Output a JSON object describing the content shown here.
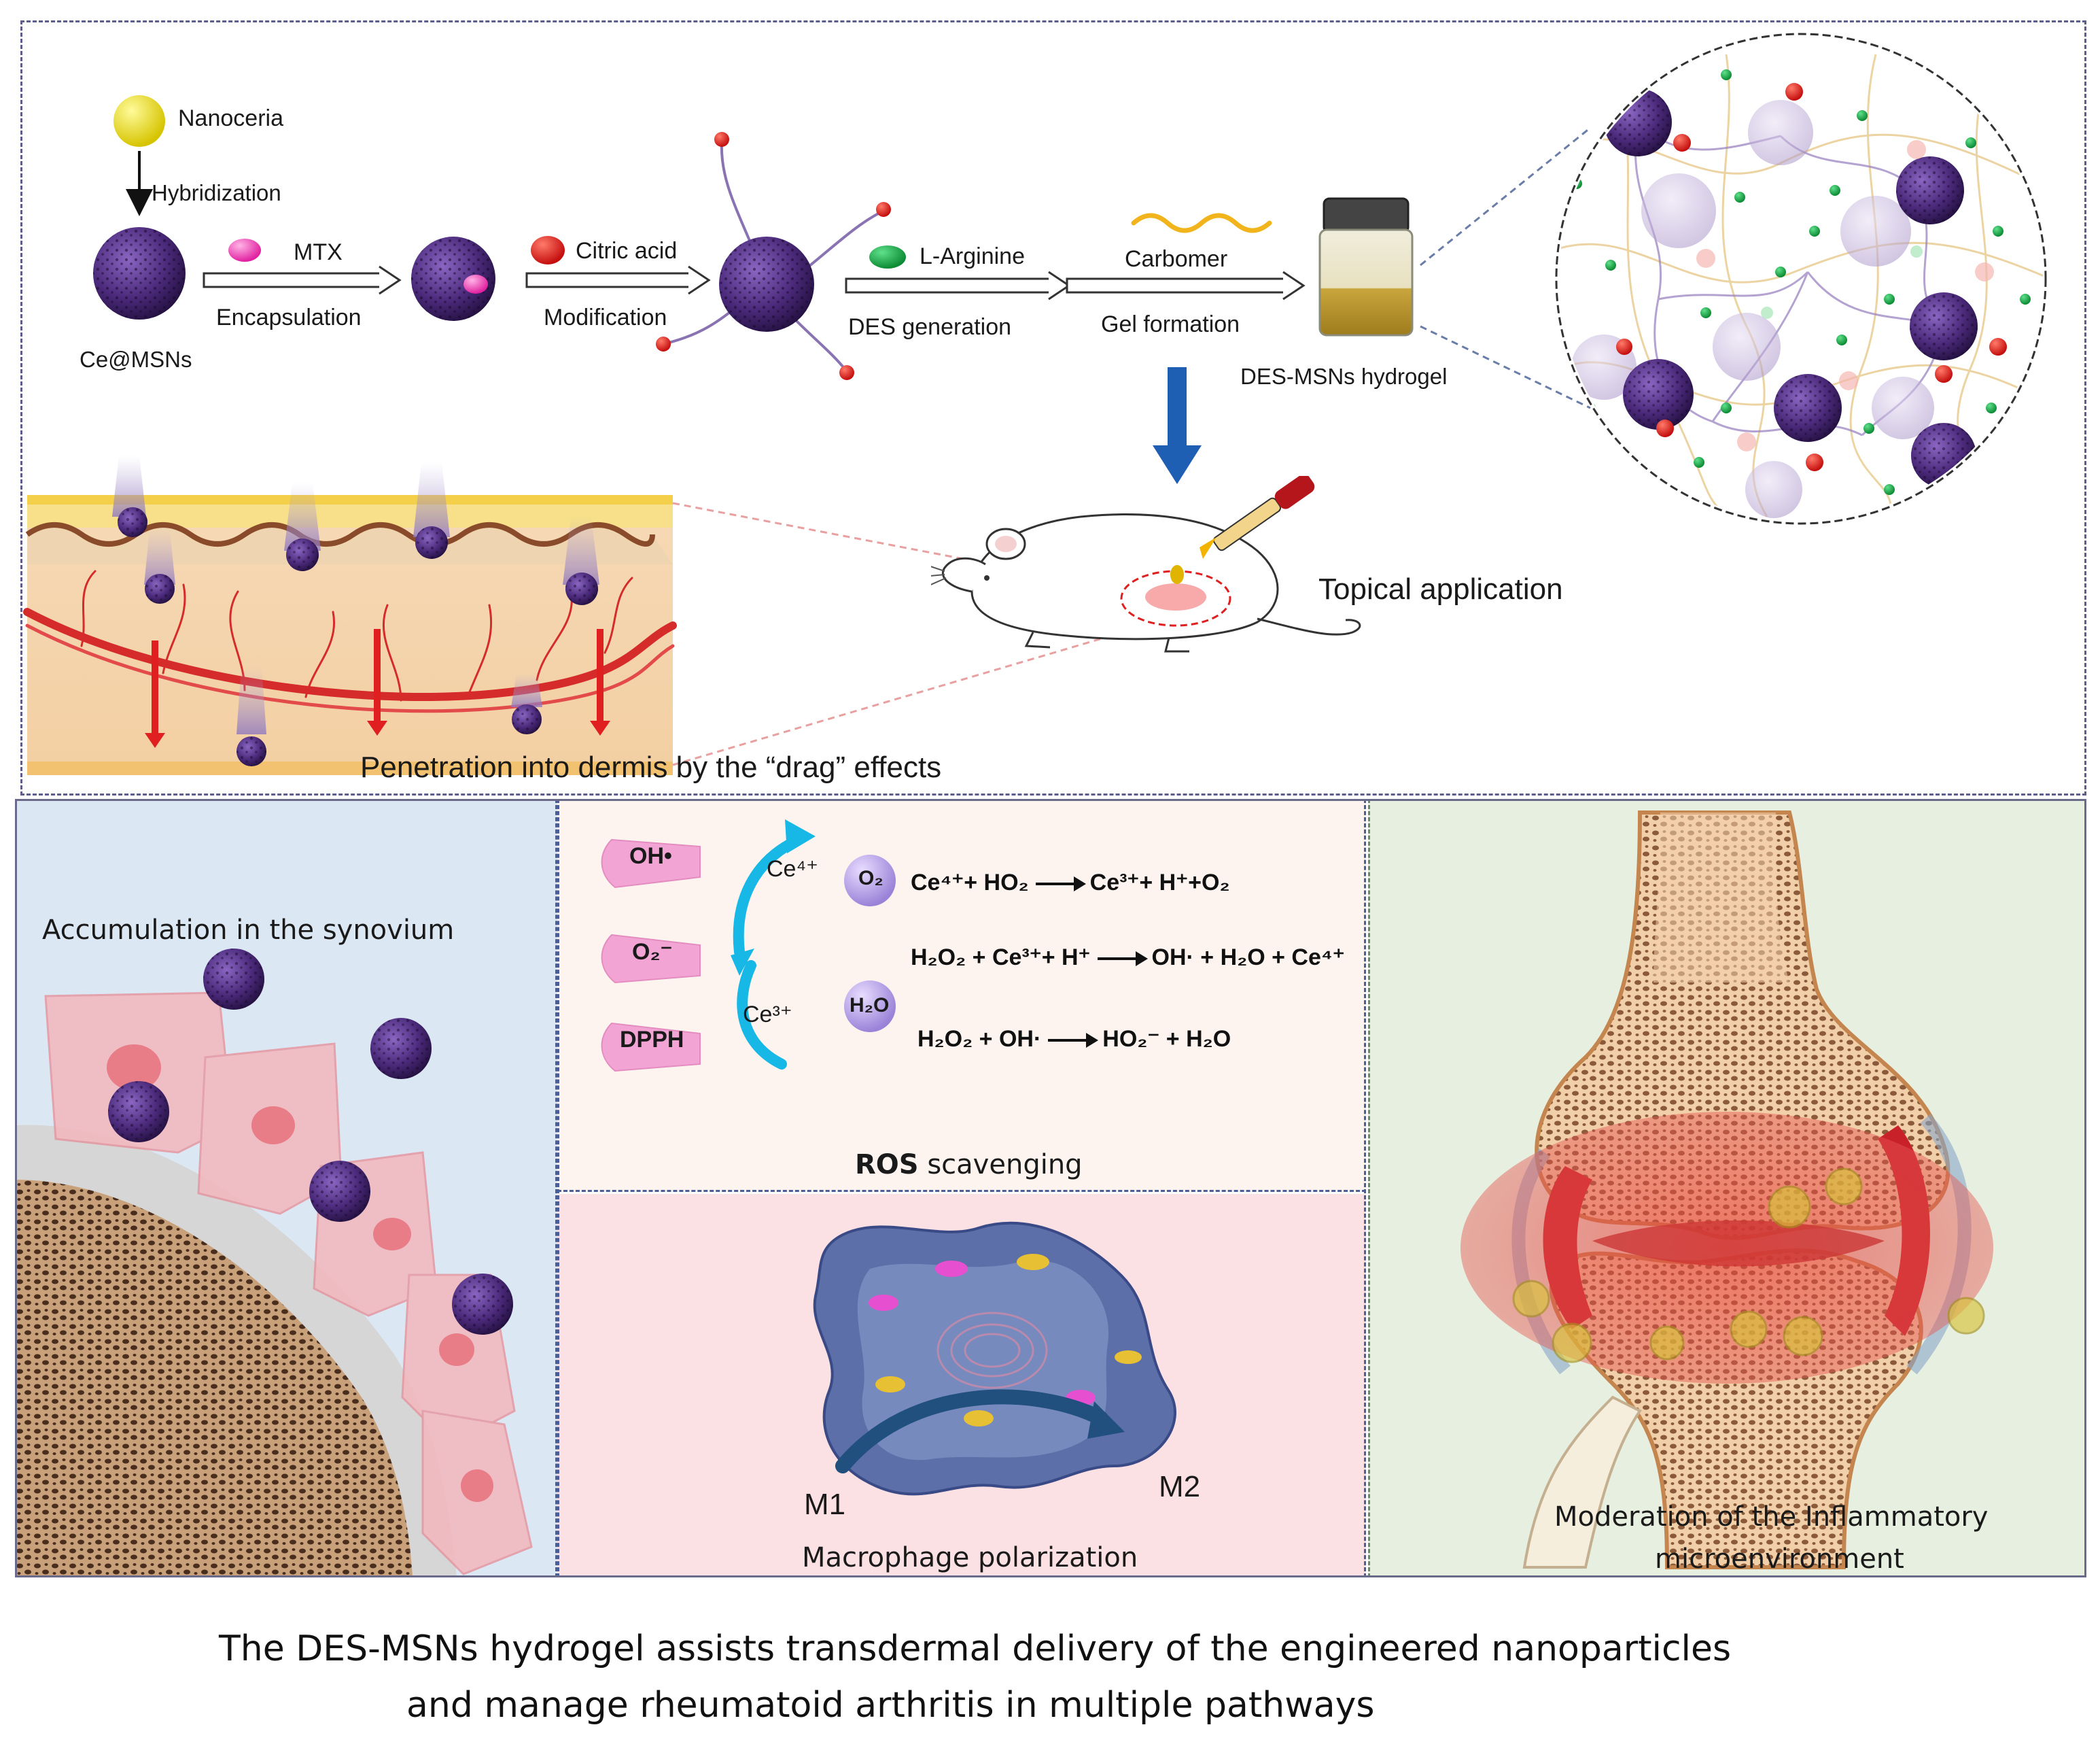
{
  "top_section": {
    "nanoceria": "Nanoceria",
    "hybridization": "Hybridization",
    "ce_msns": "Ce@MSNs",
    "mtx": "MTX",
    "encapsulation": "Encapsulation",
    "citric_acid": "Citric acid",
    "modification": "Modification",
    "l_arginine": "L-Arginine",
    "des_generation": "DES generation",
    "carbomer": "Carbomer",
    "gel_formation": "Gel formation",
    "hydrogel": "DES-MSNs hydrogel",
    "topical": "Topical application",
    "penetration": "Penetration into dermis by the “drag” effects"
  },
  "synovium": {
    "title": "Accumulation in the synovium"
  },
  "ros": {
    "oh": "OH•",
    "o2minus": "O₂⁻",
    "dpph": "DPPH",
    "ce4": "Ce⁴⁺",
    "ce3": "Ce³⁺",
    "o2_ball": "O₂",
    "h2o_ball": "H₂O",
    "r1_left": "Ce⁴⁺+ HO₂",
    "r1_right": "Ce³⁺+ H⁺+O₂",
    "r2_left": "H₂O₂ + Ce³⁺+ H⁺",
    "r2_right": "OH· + H₂O + Ce⁴⁺",
    "r3_left": "H₂O₂ + OH·",
    "r3_right": "HO₂⁻ + H₂O",
    "title_bold": "ROS",
    "title_rest": " scavenging"
  },
  "macrophage": {
    "m1": "M1",
    "m2": "M2",
    "title": "Macrophage polarization"
  },
  "joint": {
    "line1": "Moderation of the Inflammatory",
    "line2": "microenvironment"
  },
  "caption": {
    "line1": "The DES-MSNs hydrogel assists transdermal delivery of the engineered nanoparticles",
    "line2": "and  manage rheumatoid arthritis in multiple pathways"
  },
  "colors": {
    "particle": "#4b2a7b",
    "arrow_blue": "#1e5fb4",
    "red": "#e02020",
    "synovium_bg": "#dbe7f3",
    "ros_bg": "#fdf4f0",
    "macro_bg": "#fbe1e4",
    "joint_bg": "#e6efe0"
  }
}
